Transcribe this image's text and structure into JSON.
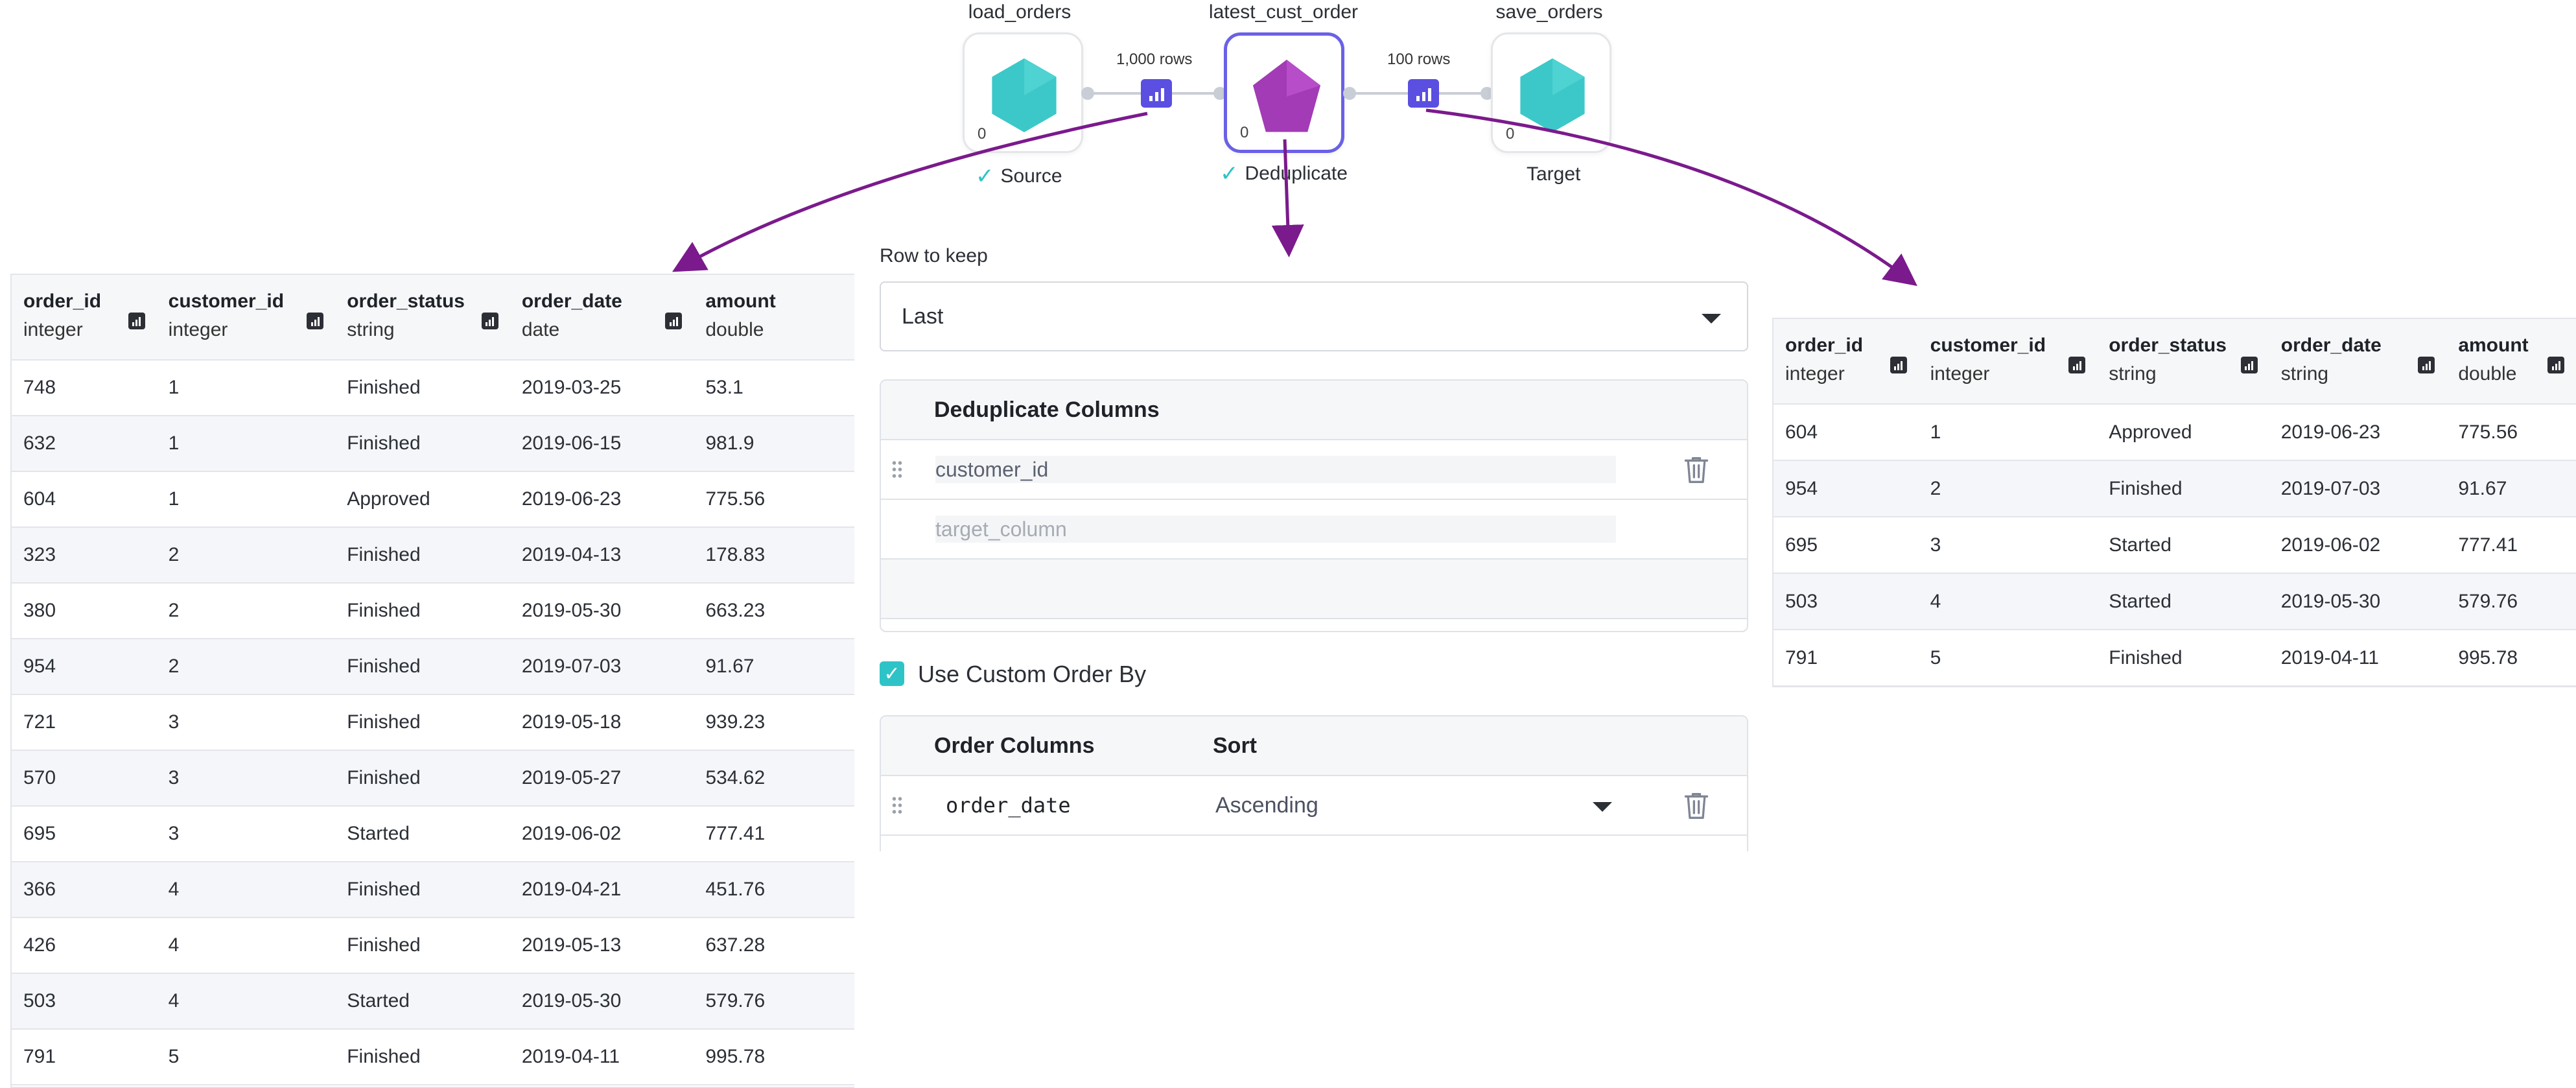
{
  "pipeline": {
    "nodes": [
      {
        "name": "load_orders",
        "count": "0",
        "status": "Source",
        "checked": true,
        "color": "#3cc8c8"
      },
      {
        "name": "latest_cust_order",
        "count": "0",
        "status": "Deduplicate",
        "checked": true,
        "color": "#a23bb5"
      },
      {
        "name": "save_orders",
        "count": "0",
        "status": "Target",
        "checked": false,
        "color": "#3cc8c8"
      }
    ],
    "edges": [
      {
        "label": "1,000 rows"
      },
      {
        "label": "100 rows"
      }
    ]
  },
  "input_table": {
    "columns": [
      {
        "name": "order_id",
        "type": "integer"
      },
      {
        "name": "customer_id",
        "type": "integer"
      },
      {
        "name": "order_status",
        "type": "string"
      },
      {
        "name": "order_date",
        "type": "date"
      },
      {
        "name": "amount",
        "type": "double"
      }
    ],
    "rows": [
      [
        "748",
        "1",
        "Finished",
        "2019-03-25",
        "53.1"
      ],
      [
        "632",
        "1",
        "Finished",
        "2019-06-15",
        "981.9"
      ],
      [
        "604",
        "1",
        "Approved",
        "2019-06-23",
        "775.56"
      ],
      [
        "323",
        "2",
        "Finished",
        "2019-04-13",
        "178.83"
      ],
      [
        "380",
        "2",
        "Finished",
        "2019-05-30",
        "663.23"
      ],
      [
        "954",
        "2",
        "Finished",
        "2019-07-03",
        "91.67"
      ],
      [
        "721",
        "3",
        "Finished",
        "2019-05-18",
        "939.23"
      ],
      [
        "570",
        "3",
        "Finished",
        "2019-05-27",
        "534.62"
      ],
      [
        "695",
        "3",
        "Started",
        "2019-06-02",
        "777.41"
      ],
      [
        "366",
        "4",
        "Finished",
        "2019-04-21",
        "451.76"
      ],
      [
        "426",
        "4",
        "Finished",
        "2019-05-13",
        "637.28"
      ],
      [
        "503",
        "4",
        "Started",
        "2019-05-30",
        "579.76"
      ],
      [
        "791",
        "5",
        "Finished",
        "2019-04-11",
        "995.78"
      ]
    ]
  },
  "dedupe": {
    "row_to_keep_label": "Row to keep",
    "row_to_keep_value": "Last",
    "dedupe_columns_header": "Deduplicate Columns",
    "dedupe_columns": [
      "customer_id"
    ],
    "dedupe_placeholder": "target_column",
    "custom_order_label": "Use Custom Order By",
    "custom_order_checked": true,
    "order_columns_header": "Order Columns",
    "sort_header": "Sort",
    "order_rows": [
      {
        "column": "order_date",
        "sort": "Ascending"
      }
    ]
  },
  "output_table": {
    "columns": [
      {
        "name": "order_id",
        "type": "integer"
      },
      {
        "name": "customer_id",
        "type": "integer"
      },
      {
        "name": "order_status",
        "type": "string"
      },
      {
        "name": "order_date",
        "type": "string"
      },
      {
        "name": "amount",
        "type": "double"
      }
    ],
    "rows": [
      [
        "604",
        "1",
        "Approved",
        "2019-06-23",
        "775.56"
      ],
      [
        "954",
        "2",
        "Finished",
        "2019-07-03",
        "91.67"
      ],
      [
        "695",
        "3",
        "Started",
        "2019-06-02",
        "777.41"
      ],
      [
        "503",
        "4",
        "Started",
        "2019-05-30",
        "579.76"
      ],
      [
        "791",
        "5",
        "Finished",
        "2019-04-11",
        "995.78"
      ]
    ]
  },
  "colors": {
    "accent": "#5a4fe0",
    "arrow": "#7b1a8c",
    "check": "#2ec4c7"
  }
}
